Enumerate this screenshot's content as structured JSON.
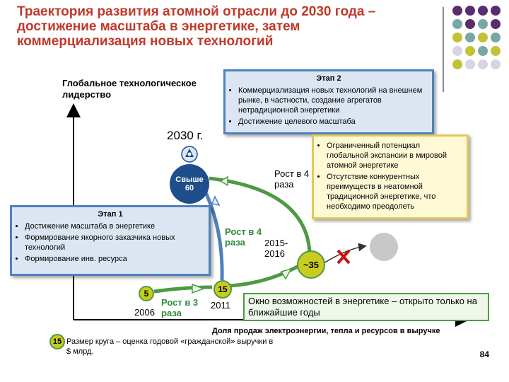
{
  "title": "Траектория развития  атомной отрасли до 2030 года – достижение масштаба в энергетике, затем коммерциализация  новых  технологий",
  "decor": {
    "dot_colors": [
      "#5a2d6e",
      "#7aa6a6",
      "#c2c236",
      "#d9d3e6"
    ],
    "dot_rows": [
      [
        "#5a2d6e",
        "#5a2d6e",
        "#5a2d6e",
        "#5a2d6e"
      ],
      [
        "#7aa6a6",
        "#5a2d6e",
        "#7aa6a6",
        "#5a2d6e"
      ],
      [
        "#c2c236",
        "#7aa6a6",
        "#c2c236",
        "#7aa6a6"
      ],
      [
        "#d9d3e6",
        "#c2c236",
        "#7aa6a6",
        "#c2c236"
      ],
      [
        "#c2c236",
        "#d9d3e6",
        "#d9d3e6",
        "#d9d3e6"
      ]
    ]
  },
  "axes": {
    "y_label": "Глобальное технологическое лидерство",
    "x_label": "Доля продаж электроэнергии, тепла и ресурсов в выручке"
  },
  "stage2": {
    "title": "Этап 2",
    "items": [
      "Коммерциализация новых технологий на внешнем рынке, в частности,   создание агрегатов нетрадиционной энергетики",
      "Достижение целевого масштаба"
    ]
  },
  "risks": {
    "items": [
      "Ограниченный потенциал глобальной экспансии в мировой атомной энергетике",
      "Отсутствие конкурентных преимуществ в неатомной традиционной энергетике, что необходимо преодолеть"
    ]
  },
  "stage1": {
    "title": "Этап 1",
    "items": [
      "Достижение масштаба в энергетике",
      "Формирование якорного заказчика новых технологий",
      "Формирование инв. ресурса"
    ]
  },
  "points": {
    "p2006": {
      "value": "5",
      "year": "2006"
    },
    "p2011": {
      "value": "15",
      "year": "2011"
    },
    "p2016": {
      "value": "~35",
      "year": "2015-2016"
    },
    "p2030": {
      "value": "Свыше 60",
      "year": "2030 г."
    }
  },
  "growth": {
    "g1": "Рост в 3 раза",
    "g2": "Рост в 4 раза",
    "g3": "Рост в 4 раза"
  },
  "window_text": "Окно возможностей в энергетике – открыто только на ближайшие годы",
  "legend": {
    "sample_value": "15",
    "text": "Размер круга – оценка годовой  «гражданской»  выручки в $ млрд."
  },
  "page_number": "84",
  "colors": {
    "title": "#c0392b",
    "stage_border": "#4f81bd",
    "stage_fill": "#dce6f2",
    "arrow_green": "#4e9a43",
    "arrow_blue": "#4f81bd",
    "bubble_yellow": "#c7cc1e",
    "bubble_blue": "#1f4e8c",
    "blocked": "#cc1111",
    "ghost": "#c8c8c8"
  }
}
